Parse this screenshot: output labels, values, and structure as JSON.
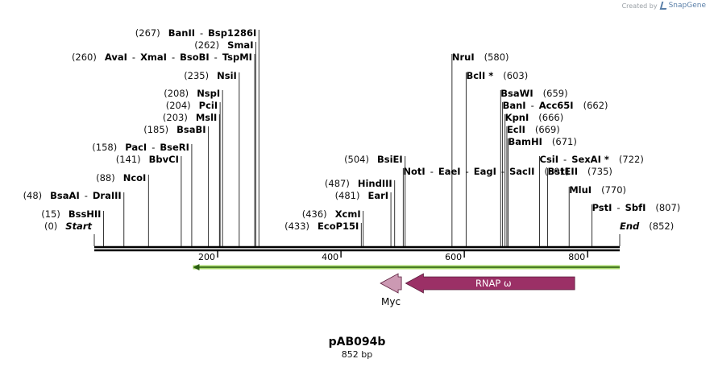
{
  "credit": {
    "text": "Created by",
    "brand": "SnapGene"
  },
  "plasmid": {
    "name": "pAB094b",
    "size_label": "852 bp"
  },
  "sequence_length": 852,
  "ruler_ticks": [
    "200",
    "400",
    "600",
    "800"
  ],
  "sites": [
    {
      "pos": 0,
      "names": [
        "Start"
      ],
      "label_pos": "(0)",
      "style": "italic"
    },
    {
      "pos": 15,
      "names": [
        "BssHII"
      ],
      "label_pos": "(15)"
    },
    {
      "pos": 48,
      "names": [
        "BsaAI",
        "DraIII"
      ],
      "label_pos": "(48)"
    },
    {
      "pos": 88,
      "names": [
        "NcoI"
      ],
      "label_pos": "(88)"
    },
    {
      "pos": 141,
      "names": [
        "BbvCI"
      ],
      "label_pos": "(141)"
    },
    {
      "pos": 158,
      "names": [
        "PacI",
        "BseRI"
      ],
      "label_pos": "(158)"
    },
    {
      "pos": 185,
      "names": [
        "BsaBI"
      ],
      "label_pos": "(185)"
    },
    {
      "pos": 203,
      "names": [
        "MslI"
      ],
      "label_pos": "(203)"
    },
    {
      "pos": 204,
      "names": [
        "PciI"
      ],
      "label_pos": "(204)"
    },
    {
      "pos": 208,
      "names": [
        "NspI"
      ],
      "label_pos": "(208)"
    },
    {
      "pos": 235,
      "names": [
        "NsiI"
      ],
      "label_pos": "(235)"
    },
    {
      "pos": 260,
      "names": [
        "AvaI",
        "XmaI",
        "BsoBI",
        "TspMI"
      ],
      "label_pos": "(260)"
    },
    {
      "pos": 262,
      "names": [
        "SmaI"
      ],
      "label_pos": "(262)"
    },
    {
      "pos": 267,
      "names": [
        "BanII",
        "Bsp1286I"
      ],
      "label_pos": "(267)"
    },
    {
      "pos": 433,
      "names": [
        "EcoP15I"
      ],
      "label_pos": "(433)"
    },
    {
      "pos": 436,
      "names": [
        "XcmI"
      ],
      "label_pos": "(436)"
    },
    {
      "pos": 481,
      "names": [
        "EarI"
      ],
      "label_pos": "(481)"
    },
    {
      "pos": 487,
      "names": [
        "HindIII"
      ],
      "label_pos": "(487)"
    },
    {
      "pos": 501,
      "names": [
        "NotI",
        "EaeI",
        "EagI",
        "SacII"
      ],
      "label_pos": "(501)"
    },
    {
      "pos": 504,
      "names": [
        "BsiEI"
      ],
      "label_pos": "(504)"
    },
    {
      "pos": 580,
      "names": [
        "NruI"
      ],
      "label_pos": "(580)"
    },
    {
      "pos": 603,
      "names": [
        "BclI *"
      ],
      "label_pos": "(603)"
    },
    {
      "pos": 659,
      "names": [
        "BsaWI"
      ],
      "label_pos": "(659)"
    },
    {
      "pos": 662,
      "names": [
        "BanI",
        "Acc65I"
      ],
      "label_pos": "(662)"
    },
    {
      "pos": 666,
      "names": [
        "KpnI"
      ],
      "label_pos": "(666)"
    },
    {
      "pos": 669,
      "names": [
        "EclI"
      ],
      "label_pos": "(669)"
    },
    {
      "pos": 671,
      "names": [
        "BamHI"
      ],
      "label_pos": "(671)"
    },
    {
      "pos": 722,
      "names": [
        "CsiI",
        "SexAI *"
      ],
      "label_pos": "(722)"
    },
    {
      "pos": 735,
      "names": [
        "BstEII"
      ],
      "label_pos": "(735)"
    },
    {
      "pos": 770,
      "names": [
        "MluI"
      ],
      "label_pos": "(770)"
    },
    {
      "pos": 807,
      "names": [
        "PstI",
        "SbfI"
      ],
      "label_pos": "(807)"
    },
    {
      "pos": 852,
      "names": [
        "End"
      ],
      "label_pos": "(852)",
      "style": "italic"
    }
  ],
  "features": [
    {
      "name": "RNAP ω",
      "start": 505,
      "end": 779,
      "direction": "reverse",
      "color": "#9b3066",
      "show_label_inside": true
    },
    {
      "name": "Myc",
      "start": 464,
      "end": 498,
      "direction": "reverse",
      "color": "#cc99b3",
      "show_label_inside": false
    },
    {
      "name": "",
      "start": 160,
      "end": 852,
      "direction": "reverse",
      "color": "#a8d86b",
      "kind": "orf"
    }
  ],
  "colors": {
    "backbone": "#000000",
    "orf_line": "#2a5e10"
  }
}
